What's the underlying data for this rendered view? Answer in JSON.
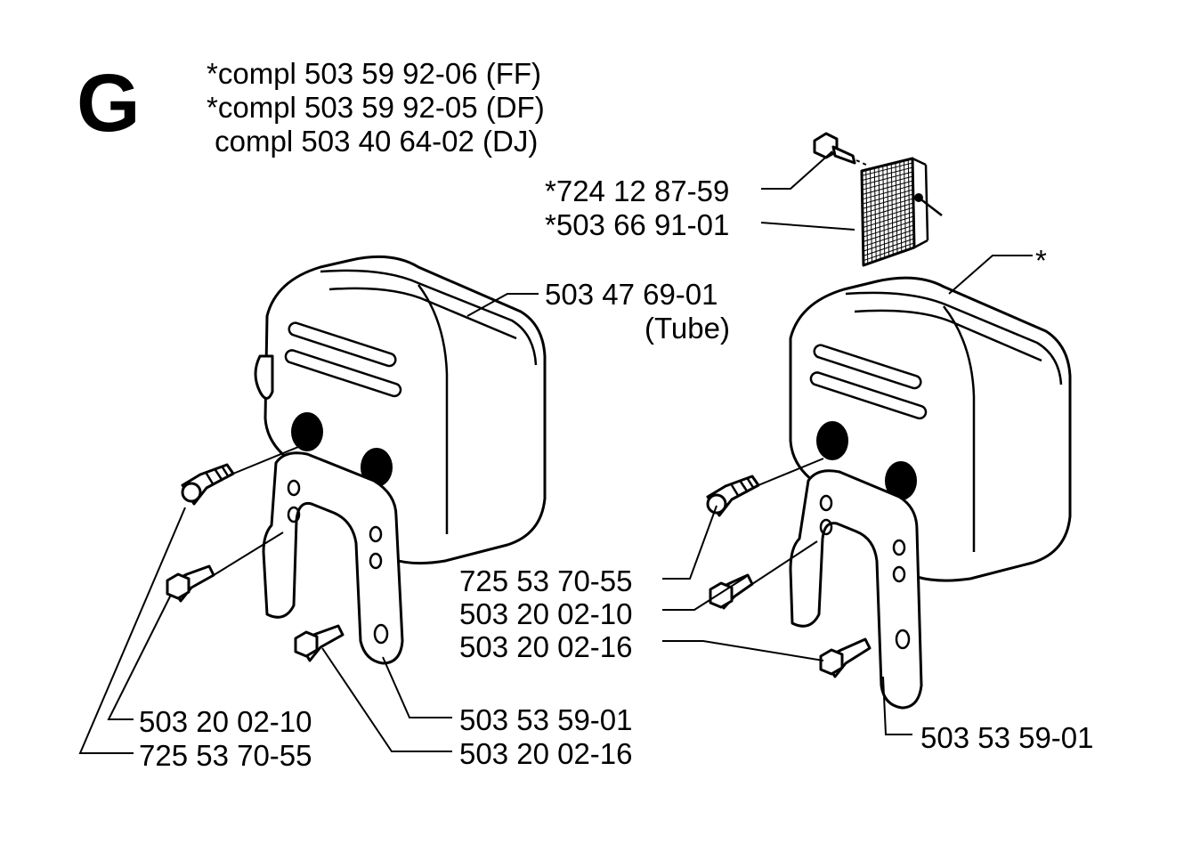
{
  "section_letter": "G",
  "kit_lines": [
    "*compl 503 59 92-06 (FF)",
    "*compl 503 59 92-05 (DF)",
    " compl 503 40 64-02 (DJ)"
  ],
  "labels": {
    "screw_screen": "*724 12 87-59",
    "spark_screen": "*503 66 91-01",
    "muffler_tube": "503 47 69-01",
    "muffler_tube_note": "(Tube)",
    "muffler_star": "*",
    "right_screw_a": "725 53 70-55",
    "right_screw_b": "503 20 02-10",
    "right_screw_c": "503 20 02-16",
    "right_bracket": "503 53 59-01",
    "left_bracket": "503 53 59-01",
    "left_screw_c": "503 20 02-16",
    "left_screw_b": "503 20 02-10",
    "left_screw_a": "725 53 70-55"
  }
}
